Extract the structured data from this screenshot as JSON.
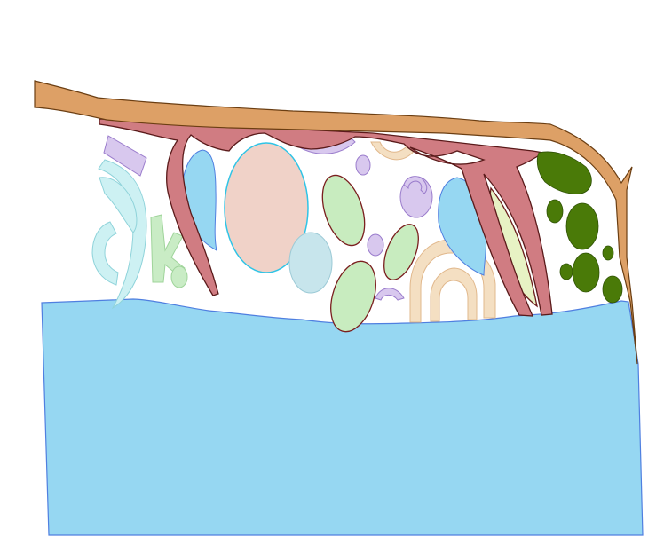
{
  "diagram": {
    "background_color": "#ffffff",
    "regions": [
      {
        "id": "outer-band",
        "name": "outer-band",
        "fill": "#dda066",
        "stroke": "#6b3e12"
      },
      {
        "id": "arches",
        "name": "arches",
        "fill": "#d07c82",
        "stroke": "#5a1a1a"
      },
      {
        "id": "lower-region",
        "name": "lower-region",
        "fill": "#96d7f2",
        "stroke": "#4f7fe0"
      },
      {
        "id": "pale-cyan-shapes",
        "name": "pale-cyan-shapes",
        "fill": "#cdf1f3",
        "stroke": "#8fd3da"
      },
      {
        "id": "lavender-shapes",
        "name": "lavender-shapes",
        "fill": "#d8c8ee",
        "stroke": "#9a7ccc"
      },
      {
        "id": "pale-green-shapes",
        "name": "pale-green-shapes",
        "fill": "#c9ecc5",
        "stroke": "#9fd49a"
      },
      {
        "id": "pink-oval",
        "name": "pink-oval",
        "fill": "#f0d2c8",
        "stroke": "#2fc4e6"
      },
      {
        "id": "light-blue-circle",
        "name": "light-blue-circle",
        "fill": "#c7e5ec",
        "stroke": "#9ccad6"
      },
      {
        "id": "green-ellipses",
        "name": "green-ellipses",
        "fill": "#c8ecbf",
        "stroke": "#7a1e1e"
      },
      {
        "id": "peach-arcs",
        "name": "peach-arcs",
        "fill": "#f4dfc2",
        "stroke": "#e1b88c"
      },
      {
        "id": "yellow-lens",
        "name": "yellow-lens",
        "fill": "#e7f2c4",
        "stroke": "#6a1b1b"
      },
      {
        "id": "dark-green-blobs",
        "name": "dark-green-blobs",
        "fill": "#4a7a08",
        "stroke": "#2f5205"
      }
    ]
  }
}
